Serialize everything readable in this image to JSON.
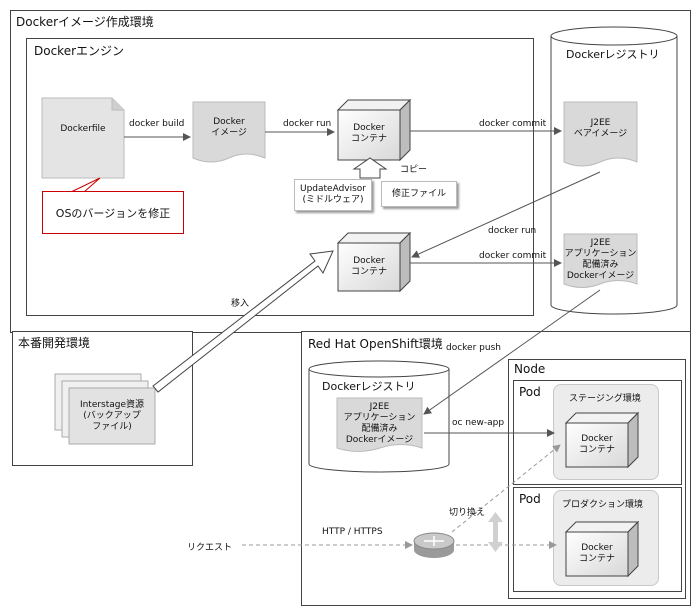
{
  "env_title": "Dockerイメージ作成環境",
  "engine_title": "Dockerエンジン",
  "registry_right_title": "Dockerレジストリ",
  "prod_title": "本番開発環境",
  "openshift_title": "Red Hat OpenShift環境",
  "registry_inner_title": "Dockerレジストリ",
  "node_title": "Node",
  "pod1_title": "Pod",
  "pod2_title": "Pod",
  "staging_title": "ステージング環境",
  "production_title": "プロダクション環境",
  "dockerfile": "Dockerfile",
  "docker_image_1": "Docker",
  "docker_image_2": "イメージ",
  "container_top_1": "Docker",
  "container_top_2": "コンテナ",
  "container_mid_1": "Docker",
  "container_mid_2": "コンテナ",
  "container_stg_1": "Docker",
  "container_stg_2": "コンテナ",
  "container_prd_1": "Docker",
  "container_prd_2": "コンテナ",
  "j2ee_base_1": "J2EE",
  "j2ee_base_2": "ベアイメージ",
  "j2ee_dep_1": "J2EE",
  "j2ee_dep_2": "アプリケーション",
  "j2ee_dep_3": "配備済み",
  "j2ee_dep_4": "Dockerイメージ",
  "j2ee_inner_1": "J2EE",
  "j2ee_inner_2": "アプリケーション",
  "j2ee_inner_3": "配備済み",
  "j2ee_inner_4": "Dockerイメージ",
  "update_advisor_1": "UpdateAdvisor",
  "update_advisor_2": "(ミドルウェア)",
  "fix_file": "修正ファイル",
  "os_callout": "OSのバージョンを修正",
  "interstage_1": "Interstage資源",
  "interstage_2": "(バックアップ",
  "interstage_3": "ファイル)",
  "label_docker_build": "docker build",
  "label_docker_run_1": "docker run",
  "label_docker_commit_1": "docker commit",
  "label_copy": "コピー",
  "label_docker_run_2": "docker run",
  "label_docker_commit_2": "docker commit",
  "label_migrate": "移入",
  "label_docker_push": "docker push",
  "label_oc_new_app": "oc new-app",
  "label_switch": "切り換え",
  "label_request": "リクエスト",
  "label_http": "HTTP / HTTPS"
}
